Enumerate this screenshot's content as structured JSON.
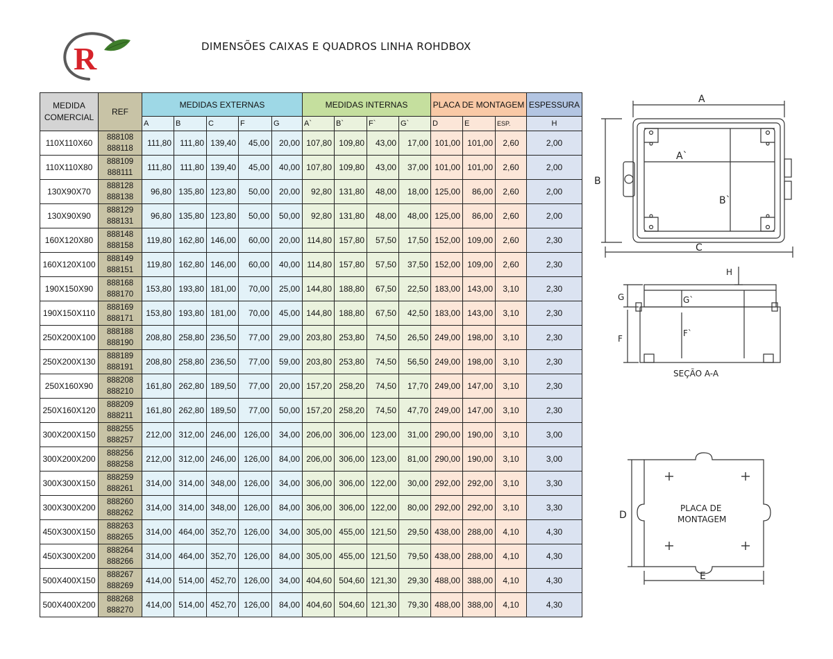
{
  "title": "DIMENSÕES CAIXAS E QUADROS LINHA ROHDBOX",
  "logo": {
    "letter": "R",
    "color": "#d6232a",
    "leaf_color": "#3f7d2b"
  },
  "colors": {
    "externas": "#9ed8e6",
    "internas": "#c5df9e",
    "placa": "#f9c9a6",
    "espessura": "#b3c5e2",
    "ref": "#c8c3a6"
  },
  "table": {
    "group_headers": {
      "medida": "MEDIDA COMERCIAL",
      "ref": "REF",
      "externas": "MEDIDAS EXTERNAS",
      "internas": "MEDIDAS INTERNAS",
      "placa": "PLACA DE MONTAGEM",
      "espessura": "ESPESSURA"
    },
    "sub_headers": [
      "A",
      "B",
      "C",
      "F",
      "G",
      "A`",
      "B`",
      "F`",
      "G`",
      "D",
      "E",
      "ESP.",
      "H"
    ],
    "rows": [
      {
        "medida": "110X110X60",
        "ref1": "888108",
        "ref2": "888118",
        "vals": [
          "111,80",
          "111,80",
          "139,40",
          "45,00",
          "20,00",
          "107,80",
          "109,80",
          "43,00",
          "17,00",
          "101,00",
          "101,00",
          "2,60",
          "2,00"
        ]
      },
      {
        "medida": "110X110X80",
        "ref1": "888109",
        "ref2": "888111",
        "vals": [
          "111,80",
          "111,80",
          "139,40",
          "45,00",
          "40,00",
          "107,80",
          "109,80",
          "43,00",
          "37,00",
          "101,00",
          "101,00",
          "2,60",
          "2,00"
        ]
      },
      {
        "medida": "130X90X70",
        "ref1": "888128",
        "ref2": "888138",
        "vals": [
          "96,80",
          "135,80",
          "123,80",
          "50,00",
          "20,00",
          "92,80",
          "131,80",
          "48,00",
          "18,00",
          "125,00",
          "86,00",
          "2,60",
          "2,00"
        ]
      },
      {
        "medida": "130X90X90",
        "ref1": "888129",
        "ref2": "888131",
        "vals": [
          "96,80",
          "135,80",
          "123,80",
          "50,00",
          "50,00",
          "92,80",
          "131,80",
          "48,00",
          "48,00",
          "125,00",
          "86,00",
          "2,60",
          "2,00"
        ]
      },
      {
        "medida": "160X120X80",
        "ref1": "888148",
        "ref2": "888158",
        "vals": [
          "119,80",
          "162,80",
          "146,00",
          "60,00",
          "20,00",
          "114,80",
          "157,80",
          "57,50",
          "17,50",
          "152,00",
          "109,00",
          "2,60",
          "2,30"
        ]
      },
      {
        "medida": "160X120X100",
        "ref1": "888149",
        "ref2": "888151",
        "vals": [
          "119,80",
          "162,80",
          "146,00",
          "60,00",
          "40,00",
          "114,80",
          "157,80",
          "57,50",
          "37,50",
          "152,00",
          "109,00",
          "2,60",
          "2,30"
        ]
      },
      {
        "medida": "190X150X90",
        "ref1": "888168",
        "ref2": "888170",
        "vals": [
          "153,80",
          "193,80",
          "181,00",
          "70,00",
          "25,00",
          "144,80",
          "188,80",
          "67,50",
          "22,50",
          "183,00",
          "143,00",
          "3,10",
          "2,30"
        ]
      },
      {
        "medida": "190X150X110",
        "ref1": "888169",
        "ref2": "888171",
        "vals": [
          "153,80",
          "193,80",
          "181,00",
          "70,00",
          "45,00",
          "144,80",
          "188,80",
          "67,50",
          "42,50",
          "183,00",
          "143,00",
          "3,10",
          "2,30"
        ]
      },
      {
        "medida": "250X200X100",
        "ref1": "888188",
        "ref2": "888190",
        "vals": [
          "208,80",
          "258,80",
          "236,50",
          "77,00",
          "29,00",
          "203,80",
          "253,80",
          "74,50",
          "26,50",
          "249,00",
          "198,00",
          "3,10",
          "2,30"
        ]
      },
      {
        "medida": "250X200X130",
        "ref1": "888189",
        "ref2": "888191",
        "vals": [
          "208,80",
          "258,80",
          "236,50",
          "77,00",
          "59,00",
          "203,80",
          "253,80",
          "74,50",
          "56,50",
          "249,00",
          "198,00",
          "3,10",
          "2,30"
        ]
      },
      {
        "medida": "250X160X90",
        "ref1": "888208",
        "ref2": "888210",
        "vals": [
          "161,80",
          "262,80",
          "189,50",
          "77,00",
          "20,00",
          "157,20",
          "258,20",
          "74,50",
          "17,70",
          "249,00",
          "147,00",
          "3,10",
          "2,30"
        ]
      },
      {
        "medida": "250X160X120",
        "ref1": "888209",
        "ref2": "888211",
        "vals": [
          "161,80",
          "262,80",
          "189,50",
          "77,00",
          "50,00",
          "157,20",
          "258,20",
          "74,50",
          "47,70",
          "249,00",
          "147,00",
          "3,10",
          "2,30"
        ]
      },
      {
        "medida": "300X200X150",
        "ref1": "888255",
        "ref2": "888257",
        "vals": [
          "212,00",
          "312,00",
          "246,00",
          "126,00",
          "34,00",
          "206,00",
          "306,00",
          "123,00",
          "31,00",
          "290,00",
          "190,00",
          "3,10",
          "3,00"
        ]
      },
      {
        "medida": "300X200X200",
        "ref1": "888256",
        "ref2": "888258",
        "vals": [
          "212,00",
          "312,00",
          "246,00",
          "126,00",
          "84,00",
          "206,00",
          "306,00",
          "123,00",
          "81,00",
          "290,00",
          "190,00",
          "3,10",
          "3,00"
        ]
      },
      {
        "medida": "300X300X150",
        "ref1": "888259",
        "ref2": "888261",
        "vals": [
          "314,00",
          "314,00",
          "348,00",
          "126,00",
          "34,00",
          "306,00",
          "306,00",
          "122,00",
          "30,00",
          "292,00",
          "292,00",
          "3,10",
          "3,30"
        ]
      },
      {
        "medida": "300X300X200",
        "ref1": "888260",
        "ref2": "888262",
        "vals": [
          "314,00",
          "314,00",
          "348,00",
          "126,00",
          "84,00",
          "306,00",
          "306,00",
          "122,00",
          "80,00",
          "292,00",
          "292,00",
          "3,10",
          "3,30"
        ]
      },
      {
        "medida": "450X300X150",
        "ref1": "888263",
        "ref2": "888265",
        "vals": [
          "314,00",
          "464,00",
          "352,70",
          "126,00",
          "34,00",
          "305,00",
          "455,00",
          "121,50",
          "29,50",
          "438,00",
          "288,00",
          "4,10",
          "4,30"
        ]
      },
      {
        "medida": "450X300X200",
        "ref1": "888264",
        "ref2": "888266",
        "vals": [
          "314,00",
          "464,00",
          "352,70",
          "126,00",
          "84,00",
          "305,00",
          "455,00",
          "121,50",
          "79,50",
          "438,00",
          "288,00",
          "4,10",
          "4,30"
        ]
      },
      {
        "medida": "500X400X150",
        "ref1": "888267",
        "ref2": "888269",
        "vals": [
          "414,00",
          "514,00",
          "452,70",
          "126,00",
          "34,00",
          "404,60",
          "504,60",
          "121,30",
          "29,30",
          "488,00",
          "388,00",
          "4,10",
          "4,30"
        ]
      },
      {
        "medida": "500X400X200",
        "ref1": "888268",
        "ref2": "888270",
        "vals": [
          "414,00",
          "514,00",
          "452,70",
          "126,00",
          "84,00",
          "404,60",
          "504,60",
          "121,30",
          "79,30",
          "488,00",
          "388,00",
          "4,10",
          "4,30"
        ]
      }
    ]
  },
  "drawings": {
    "top_view": {
      "A": "A",
      "A_inner": "A`",
      "B": "B",
      "B_inner": "B`",
      "C": "C"
    },
    "section": {
      "H": "H",
      "G": "G",
      "G_inner": "G`",
      "F": "F",
      "F_inner": "F`",
      "caption": "SEÇÃO A-A"
    },
    "plate": {
      "D": "D",
      "E": "E",
      "label_line1": "PLACA DE",
      "label_line2": "MONTAGEM"
    }
  }
}
